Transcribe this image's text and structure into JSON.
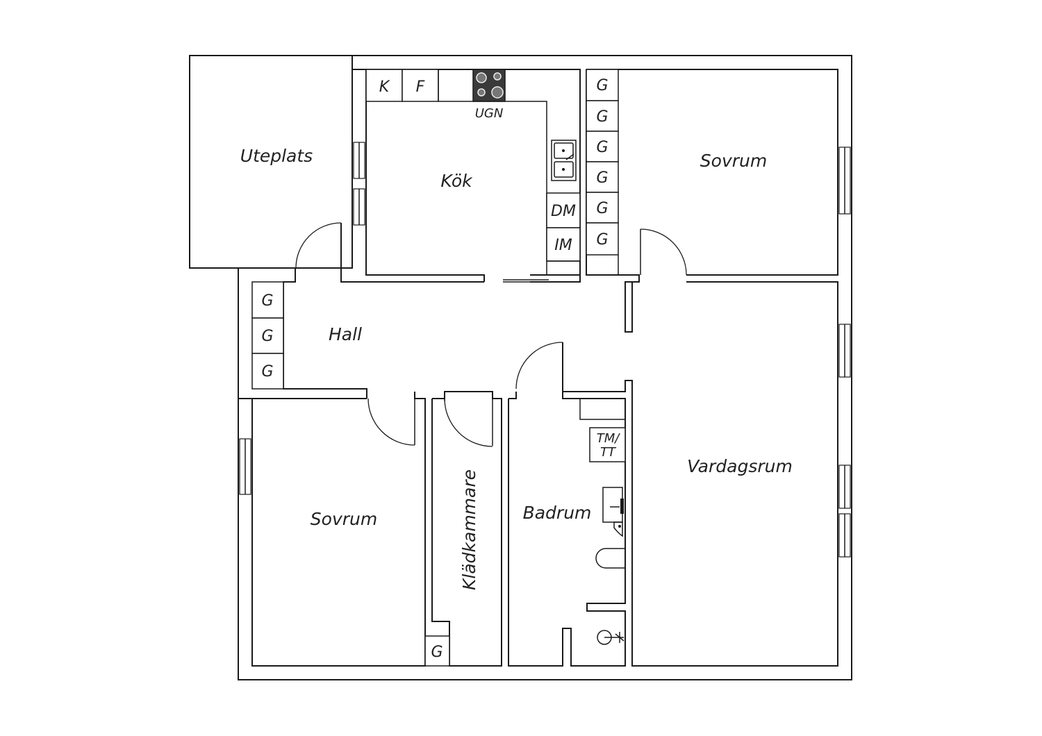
{
  "rooms": {
    "uteplats": "Uteplats",
    "kok": "Kök",
    "sovrum_top": "Sovrum",
    "hall": "Hall",
    "sovrum_bottom": "Sovrum",
    "kladkammare": "Klädkammare",
    "badrum": "Badrum",
    "vardagsrum": "Vardagsrum"
  },
  "fixtures": {
    "kyl": "K",
    "frys": "F",
    "ugn": "UGN",
    "diskmaskin": "DM",
    "ismaskin": "IM",
    "garderob": "G",
    "tvatt_line1": "TM/",
    "tvatt_line2": "TT"
  },
  "colors": {
    "wall": "#1a1a1a",
    "stove": "#3a3a3a",
    "background": "#ffffff"
  }
}
